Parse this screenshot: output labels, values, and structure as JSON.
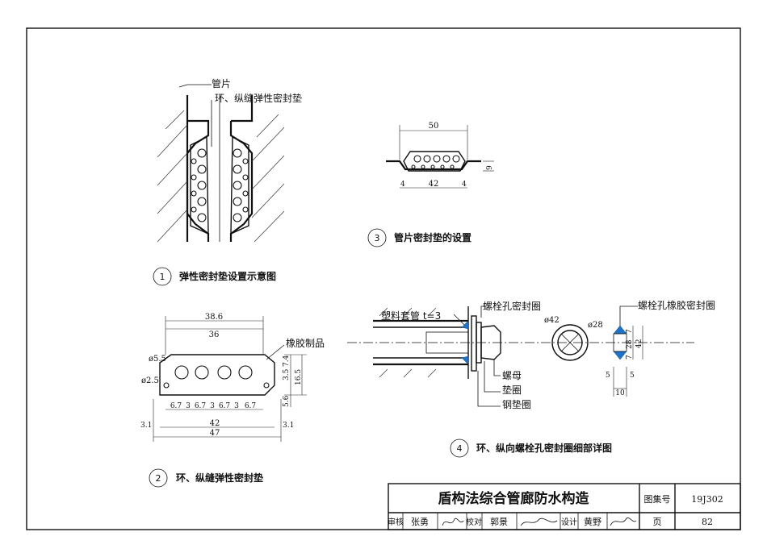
{
  "fig1": {
    "label_segment": "管片",
    "label_gasket": "环、纵缝弹性密封垫",
    "number": "1",
    "caption": "弹性密封垫设置示意图"
  },
  "fig2": {
    "number": "2",
    "caption": "环、纵缝弹性密封垫",
    "material": "橡胶制品",
    "dims": {
      "top_outer": "38.6",
      "top_inner": "36",
      "hole_big": "ø5.5",
      "hole_small": "ø2.5",
      "pitch_a": "6.7",
      "pitch_b": "3",
      "bottom_inner": "42",
      "bottom_outer": "47",
      "side": "3.1",
      "h1": "3.5",
      "h2": "7.4",
      "h_total": "16.5",
      "h_base": "5.6"
    }
  },
  "fig3": {
    "number": "3",
    "caption": "管片密封垫的设置",
    "dims": {
      "top": "50",
      "bottom": "42",
      "edge": "4",
      "depth": "9"
    }
  },
  "fig4": {
    "number": "4",
    "caption": "环、纵向螺栓孔密封圈细部详图",
    "sleeve": "塑料套管 t=3",
    "seal": "螺栓孔密封圈",
    "nut": "螺母",
    "washer": "垫圈",
    "steel_washer": "钢垫圈",
    "rubber_seal": "螺栓孔橡胶密封圈",
    "dims": {
      "d_outer": "ø42",
      "d_inner": "ø28",
      "w": "5",
      "w2": "5",
      "w_total": "10",
      "h1": "7",
      "h2": "28",
      "h3": "7",
      "h_total": "42"
    }
  },
  "title_block": {
    "title": "盾构法综合管廊防水构造",
    "atlas_label": "图集号",
    "atlas_no": "19J302",
    "review_label": "审核",
    "reviewer": "张勇",
    "check_label": "校对",
    "checker": "郭景",
    "design_label": "设计",
    "designer": "黄野",
    "page_label": "页",
    "page_no": "82"
  }
}
